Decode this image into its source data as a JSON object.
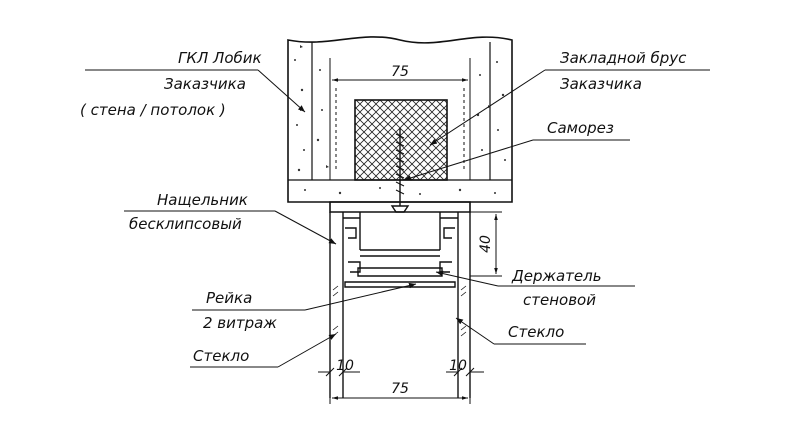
{
  "labels": {
    "gkl_line1": "ГКЛ Лобик",
    "gkl_line2": "Заказчика",
    "gkl_line3": "( стена / потолок )",
    "brus_line1": "Закладной брус",
    "brus_line2": "Заказчика",
    "samorez": "Саморез",
    "nashchelnik_line1": "Нащельник",
    "nashchelnik_line2": "бесклипсовый",
    "derzhatel_line1": "Держатель",
    "derzhatel_line2": "стеновой",
    "reyka_line1": "Рейка",
    "reyka_line2": "2 витраж",
    "steklo_left": "Стекло",
    "steklo_right": "Стекло"
  },
  "dimensions": {
    "top_width": "75",
    "height": "40",
    "glass_left": "10",
    "glass_right": "10",
    "bottom_width": "75"
  },
  "colors": {
    "line": "#111111",
    "background": "#ffffff"
  }
}
